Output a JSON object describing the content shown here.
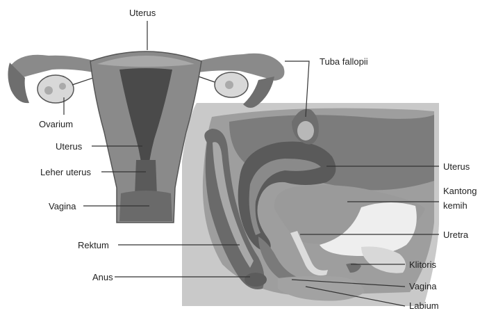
{
  "labels": {
    "uterus_top": "Uterus",
    "tuba_fallopii": "Tuba fallopii",
    "ovarium": "Ovarium",
    "uterus_front": "Uterus",
    "leher_uterus": "Leher uterus",
    "vagina_front": "Vagina",
    "uterus_side": "Uterus",
    "kantong_line1": "Kantong",
    "kantong_line2": "kemih",
    "uretra": "Uretra",
    "rektum": "Rektum",
    "klitoris": "Klitoris",
    "anus": "Anus",
    "vagina_side": "Vagina",
    "labium": "Labium"
  },
  "colors": {
    "background": "#ffffff",
    "panel": "#c9c9c9",
    "tissue_dark": "#5a5a5a",
    "tissue_mid": "#8a8a8a",
    "tissue_light": "#b8b8b8",
    "highlight": "#eeeeee"
  }
}
